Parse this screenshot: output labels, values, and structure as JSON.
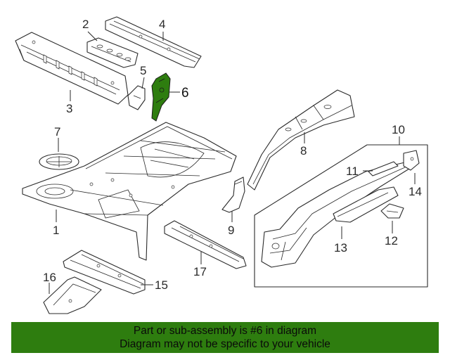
{
  "callouts": {
    "c1": "1",
    "c2": "2",
    "c3": "3",
    "c4": "4",
    "c5": "5",
    "c6": "6",
    "c7": "7",
    "c8": "8",
    "c9": "9",
    "c10": "10",
    "c11": "11",
    "c12": "12",
    "c13": "13",
    "c14": "14",
    "c15": "15",
    "c16": "16",
    "c17": "17"
  },
  "highlighted_part": "6",
  "colors": {
    "highlight": "#2e7d0f",
    "banner": "#2e7d0f",
    "line": "#2a2a2a"
  },
  "banner": {
    "line1": "Part or sub-assembly is #6 in diagram",
    "line2": "Diagram may not be specific to your vehicle"
  }
}
